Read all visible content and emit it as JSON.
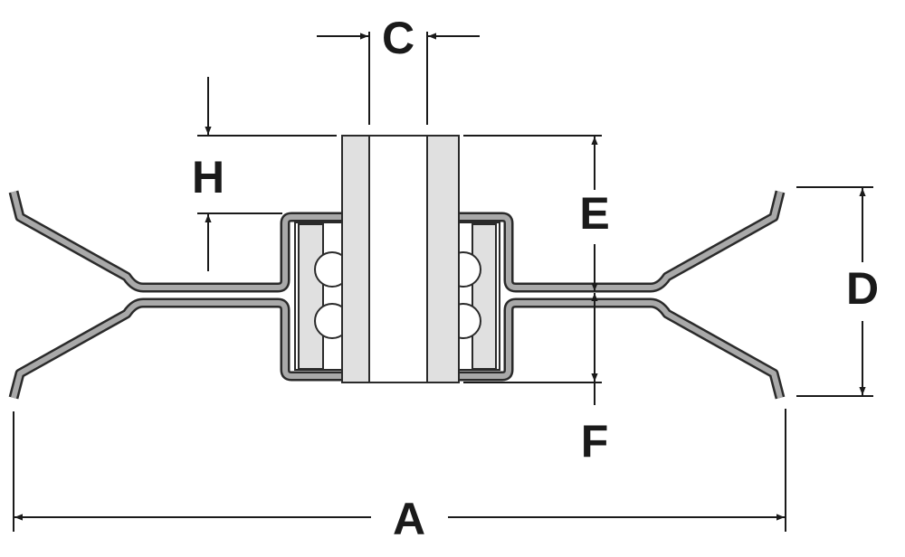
{
  "diagram": {
    "subject": "pulley",
    "labels": {
      "A": "A",
      "C": "C",
      "D": "D",
      "E": "E",
      "F": "F",
      "H": "H"
    },
    "colors": {
      "line": "#1a1a1a",
      "sheet": "#a9a9a9",
      "race": "#e0e0e0"
    }
  }
}
